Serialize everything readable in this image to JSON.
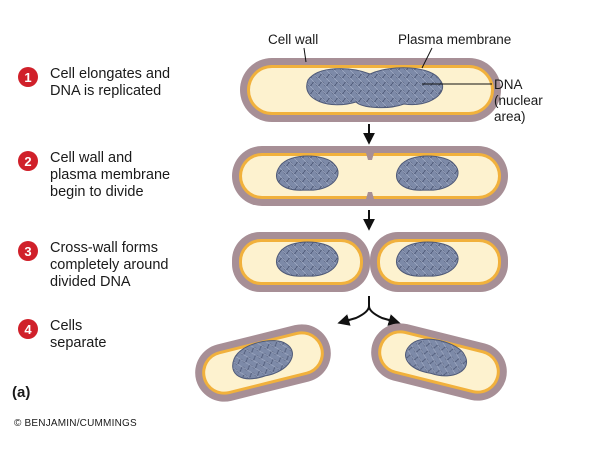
{
  "labels": {
    "cell_wall": "Cell wall",
    "plasma_membrane": "Plasma membrane",
    "dna": "DNA\n(nuclear\narea)"
  },
  "steps": [
    {
      "number": "1",
      "text": "Cell elongates and\nDNA is replicated"
    },
    {
      "number": "2",
      "text": "Cell wall and\nplasma membrane\nbegin to divide"
    },
    {
      "number": "3",
      "text": "Cross-wall forms\ncompletely around\ndivided DNA"
    },
    {
      "number": "4",
      "text": "Cells\nseparate"
    }
  ],
  "panel_label": "(a)",
  "copyright": "© BENJAMIN/CUMMINGS",
  "colors": {
    "cell_wall": "#a78f96",
    "membrane": "#f1b13c",
    "cytoplasm": "#fdf2cf",
    "dna": "#7d8aa8",
    "badge": "#d0202a"
  },
  "icons": [
    "down-arrow-icon",
    "split-arrow-icon"
  ]
}
